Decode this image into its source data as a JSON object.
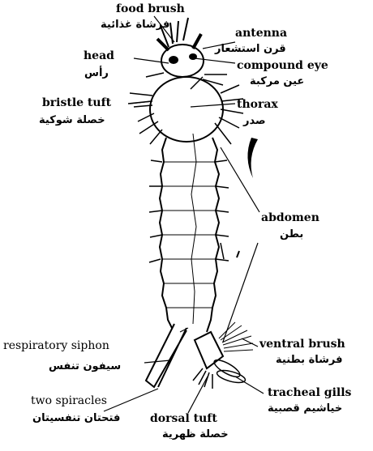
{
  "labels": {
    "food_brush": {
      "en": "food brush",
      "ar": "فرشاة غذائية"
    },
    "antenna": {
      "en": "antenna",
      "ar": "قرن استشعار"
    },
    "head": {
      "en": "head",
      "ar": "رأس"
    },
    "compound_eye": {
      "en": "compound eye",
      "ar": "عين مركبة"
    },
    "bristle_tuft": {
      "en": "bristle tuft",
      "ar": "خصلة شوكية"
    },
    "thorax": {
      "en": "thorax",
      "ar": "صدر"
    },
    "abdomen": {
      "en": "abdomen",
      "ar": "بطن"
    },
    "respiratory_siphon": {
      "en": "respiratory siphon",
      "ar": "سيفون تنفس"
    },
    "ventral_brush": {
      "en": "ventral brush",
      "ar": "فرشاة بطنية"
    },
    "tracheal_gills": {
      "en": "tracheal gills",
      "ar": "خياشيم قصبية"
    },
    "two_spiracles": {
      "en": "two spiracles",
      "ar": "فتحتان تنفسيتان"
    },
    "dorsal_tuft": {
      "en": "dorsal tuft",
      "ar": "خصلة ظهرية"
    }
  }
}
